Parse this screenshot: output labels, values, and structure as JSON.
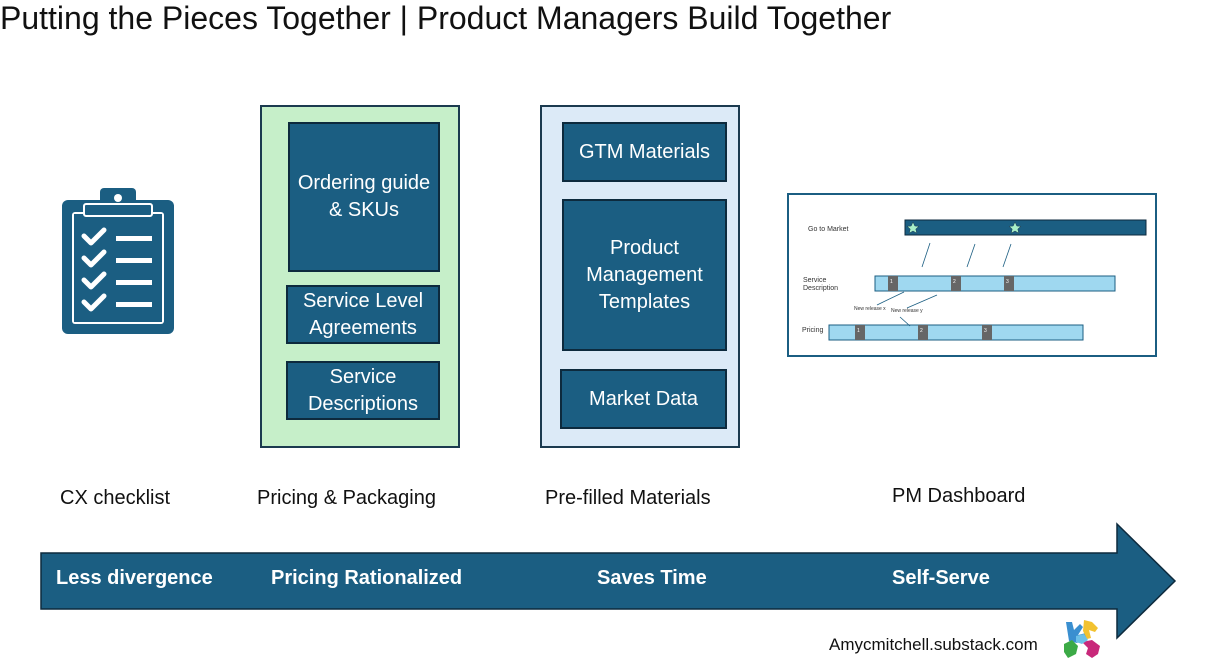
{
  "title": "Putting the Pieces Together | Product Managers Build Together",
  "columns": {
    "cx": {
      "caption": "CX checklist",
      "icon": "clipboard-checklist-icon"
    },
    "pricing": {
      "caption": "Pricing & Packaging",
      "boxes": [
        "Ordering guide & SKUs",
        "Service Level Agreements",
        "Service Descriptions"
      ]
    },
    "prefilled": {
      "caption": "Pre-filled Materials",
      "boxes": [
        "GTM Materials",
        "Product Management Templates",
        "Market Data"
      ]
    },
    "dashboard": {
      "caption": "PM Dashboard",
      "rows": [
        "Go to Market",
        "Service Description",
        "Pricing"
      ],
      "markers": [
        "1",
        "2",
        "3"
      ],
      "notes": [
        "New release x",
        "New release y"
      ]
    }
  },
  "arrow": {
    "labels": [
      "Less divergence",
      "Pricing Rationalized",
      "Saves Time",
      "Self-Serve"
    ]
  },
  "footer": "Amycmitchell.substack.com",
  "logo": "hands-logo-icon",
  "colors": {
    "primary": "#1b5e82",
    "dark_outline": "#0d2a3d",
    "green_panel": "#c6efc9",
    "blue_panel": "#dceaf7",
    "bar_light": "#9fd8f0",
    "star": "#a8f0c8"
  }
}
